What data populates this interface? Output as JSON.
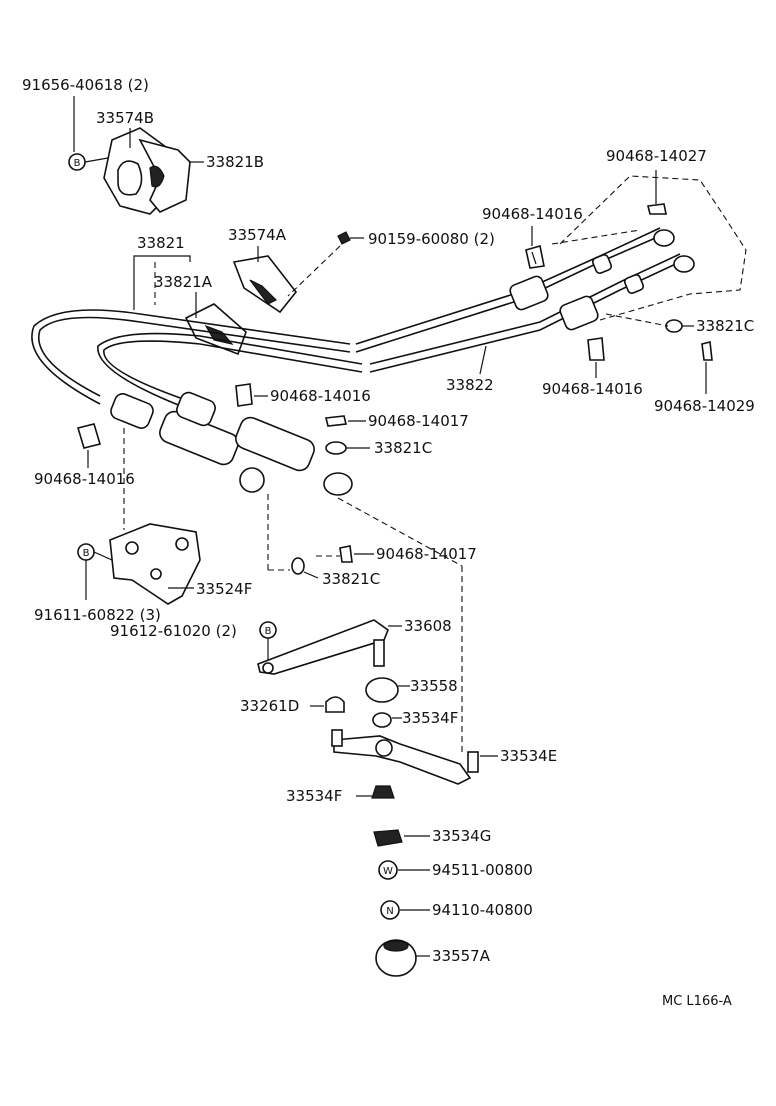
{
  "diagram_code": "MC L166-A",
  "parts": {
    "p_91656": "91656-40618 (2)",
    "p_33574B": "33574B",
    "p_33821B": "33821B",
    "p_33821": "33821",
    "p_33574A": "33574A",
    "p_33821A": "33821A",
    "p_90159": "90159-60080 (2)",
    "p_90468_14027": "90468-14027",
    "p_90468_14016_top": "90468-14016",
    "p_33821C_right": "33821C",
    "p_33822": "33822",
    "p_90468_14016_mid": "90468-14016",
    "p_90468_14029": "90468-14029",
    "p_90468_14016_center": "90468-14016",
    "p_90468_14017_a": "90468-14017",
    "p_33821C_mid": "33821C",
    "p_90468_14016_left": "90468-14016",
    "p_90468_14017_b": "90468-14017",
    "p_33821C_low": "33821C",
    "p_33524F": "33524F",
    "p_91611": "91611-60822 (3)",
    "p_91612": "91612-61020 (2)",
    "p_33608": "33608",
    "p_33558": "33558",
    "p_33261D": "33261D",
    "p_33534F_a": "33534F",
    "p_33534E": "33534E",
    "p_33534F_b": "33534F",
    "p_33534G": "33534G",
    "p_94511": "94511-00800",
    "p_94110": "94110-40800",
    "p_33557A": "33557A"
  },
  "symbols": {
    "b": "B",
    "w": "W",
    "n": "N"
  }
}
